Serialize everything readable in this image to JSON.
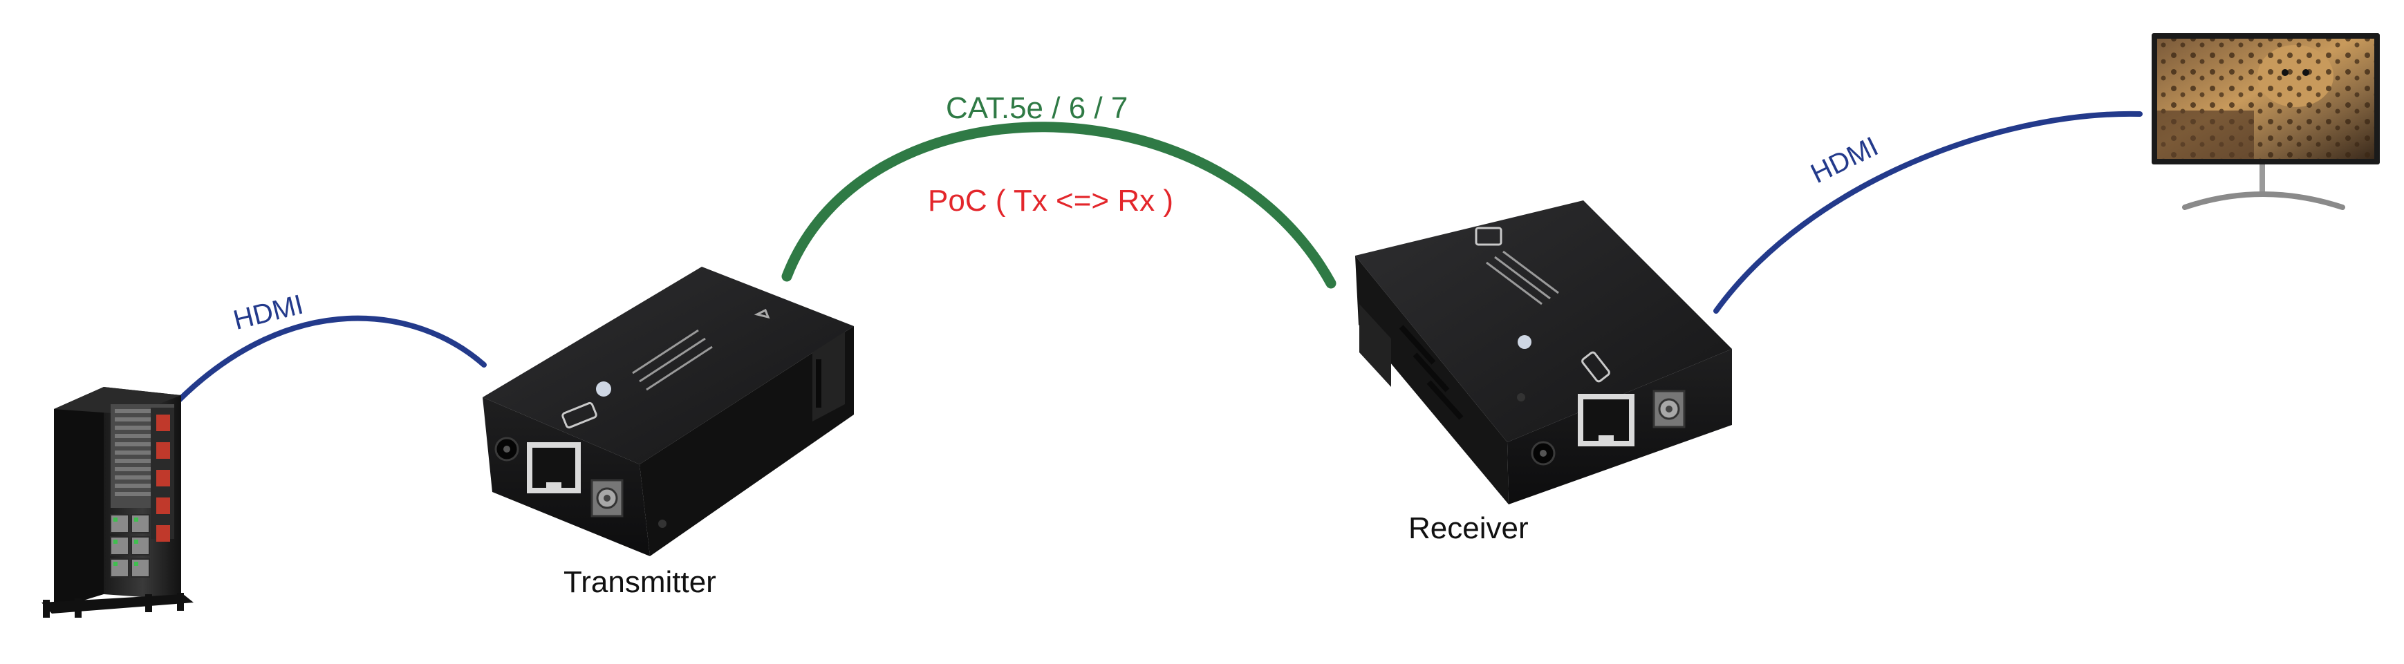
{
  "labels": {
    "hdmi_left": "HDMI",
    "hdmi_right": "HDMI",
    "cable": "CAT.5e / 6 / 7",
    "poc": "PoC ( Tx <=> Rx )",
    "transmitter": "Transmitter",
    "receiver": "Receiver"
  },
  "colors": {
    "hdmi_cable": "#233a8b",
    "cat_cable": "#2f7a45",
    "poc_text": "#e3262b",
    "device_body": "#1c1c1e"
  },
  "icons": [
    "computer-tower-icon",
    "transmitter-device",
    "receiver-device",
    "monitor-icon"
  ]
}
